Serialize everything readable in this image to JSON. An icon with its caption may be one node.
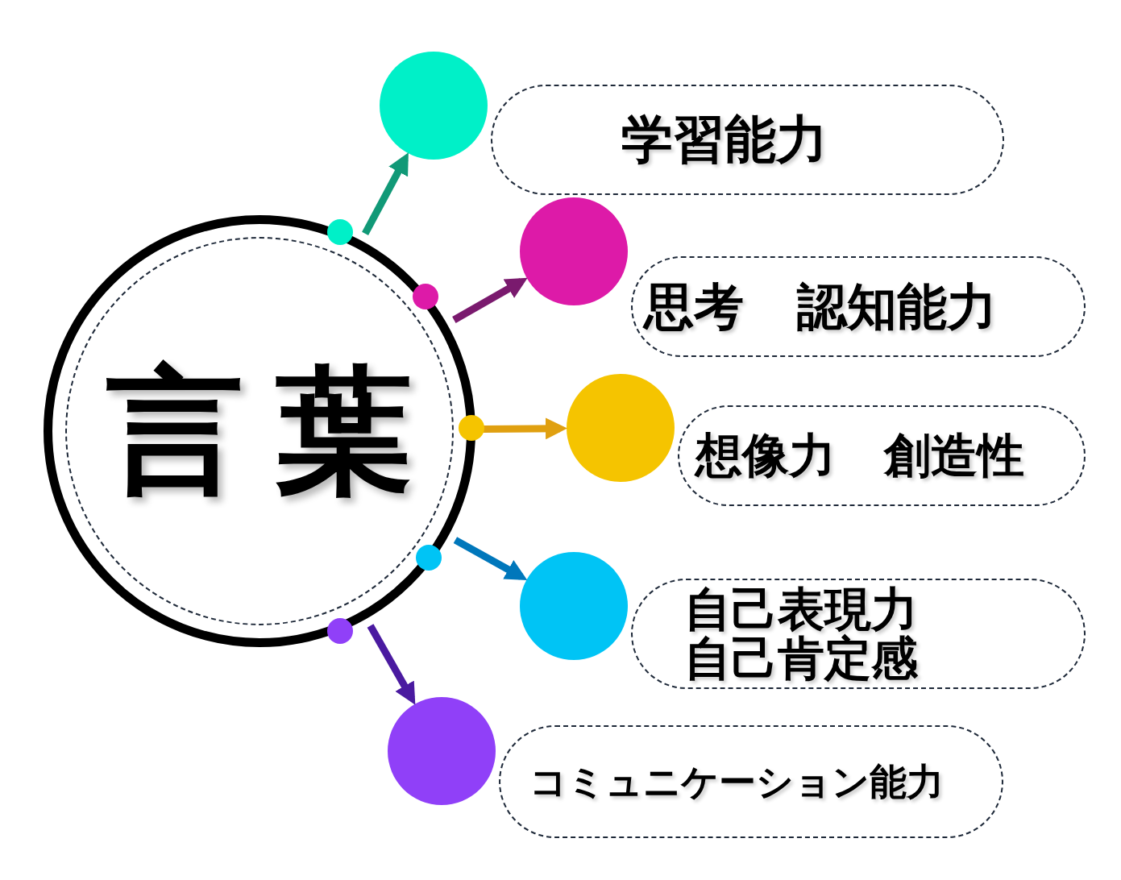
{
  "diagram": {
    "nodes": [
      {
        "text": [
          "言葉"
        ]
      },
      {
        "text": [],
        "shape": "circle"
      },
      {
        "text": [
          "学習能力"
        ]
      },
      {
        "text": [],
        "shape": "circle"
      },
      {
        "text": [
          "思考",
          "認知能力"
        ]
      },
      {
        "text": [],
        "shape": "circle"
      },
      {
        "text": [
          "想像力",
          "創造性"
        ]
      },
      {
        "text": [],
        "shape": "circle"
      },
      {
        "text": [
          "自己表現力",
          "自己肯定感"
        ]
      },
      {
        "text": [],
        "shape": "circle"
      },
      {
        "text": [
          "コミュニケーション能力"
        ]
      }
    ],
    "edges": [
      {
        "from": 0,
        "to": 1,
        "arrow": "to",
        "color": "#119977"
      },
      {
        "from": 0,
        "to": 3,
        "arrow": "to",
        "color": "#7a1a6e"
      },
      {
        "from": 0,
        "to": 5,
        "arrow": "to",
        "color": "#e0a010"
      },
      {
        "from": 0,
        "to": 7,
        "arrow": "to",
        "color": "#0077bb"
      },
      {
        "from": 0,
        "to": 9,
        "arrow": "to",
        "color": "#4a1aa0"
      }
    ]
  }
}
